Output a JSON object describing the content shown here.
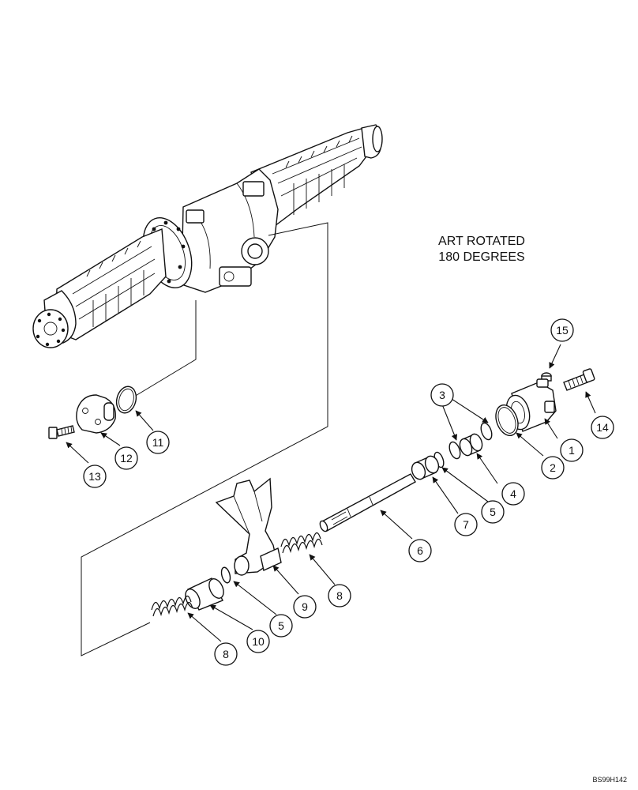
{
  "note": {
    "line1": "ART ROTATED",
    "line2": "180 DEGREES"
  },
  "drawing_code": "BS99H142",
  "callouts": [
    "1",
    "2",
    "3",
    "4",
    "5",
    "5",
    "6",
    "7",
    "8",
    "8",
    "9",
    "10",
    "11",
    "12",
    "13",
    "14",
    "15"
  ]
}
